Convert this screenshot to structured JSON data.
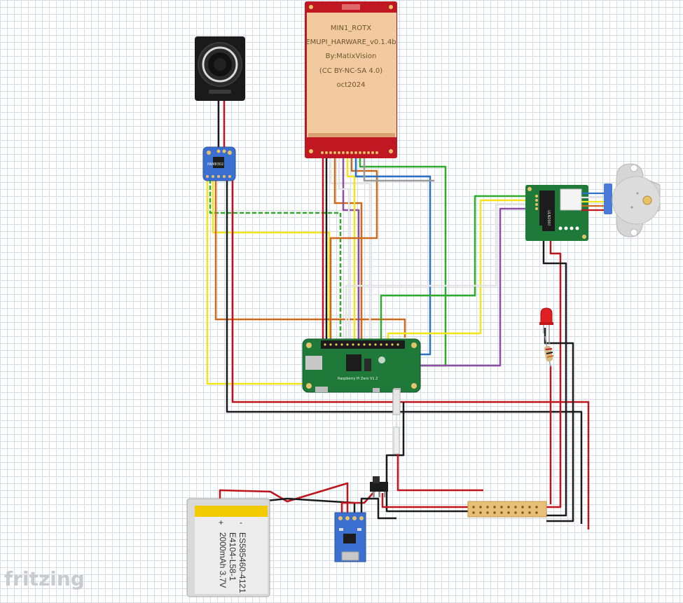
{
  "display": {
    "lines": [
      "MIN1_ROTX",
      "EMUPI_HARWARE_v0.1.4b",
      "By:MatixVision",
      "(CC BY-NC-SA 4.0)",
      "oct2024"
    ]
  },
  "battery": {
    "plus": "+",
    "minus": "-",
    "label_lines": [
      "ES585460-4121",
      "E4104-L58-1",
      "2000mAh 3.7V"
    ]
  },
  "pi": {
    "label": "Raspberry Pi Zero V1.2"
  },
  "driver": {
    "label": "ULN2003"
  },
  "amp": {
    "label": "PAM8302"
  },
  "brand": "fritzing",
  "colors": {
    "red": "#c0141c",
    "black": "#1a1a1a",
    "yellow": "#f2e51a",
    "orange": "#cc6a1e",
    "green": "#2faa2f",
    "blue": "#2e72c4",
    "purple": "#8e4fa2",
    "white": "#e4e4e4",
    "gray": "#9a9a9a",
    "pcb_green": "#1f7a3a",
    "display_red": "#c01822",
    "amp_blue": "#3b6fd0"
  }
}
